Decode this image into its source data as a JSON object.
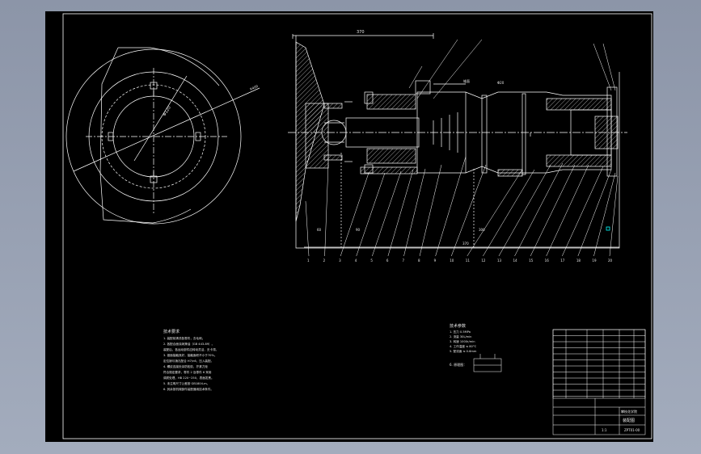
{
  "drawing": {
    "background": "#000000",
    "line_color": "#ffffff",
    "accent_color": "#00ffff",
    "main_view": {
      "top_dimension": "370",
      "note_label": "锥面",
      "flange_dim": "Φ20",
      "bottom_dims": [
        "60",
        "90",
        "370",
        "300"
      ],
      "leaders": [
        "1",
        "2",
        "3",
        "4",
        "5",
        "6",
        "7",
        "8",
        "9",
        "10",
        "11",
        "12",
        "13",
        "14",
        "15",
        "16",
        "17",
        "18",
        "19",
        "20"
      ]
    },
    "left_view": {
      "dim_diag": "Φ120",
      "dim_outer": "R400"
    },
    "tech_notes": {
      "title": "技术要求",
      "lines": [
        "1. 装配前清洗各零件，去毛刺。",
        "2. 各配合面涂润滑油（GB 443-89）。",
        "   装配后，各运动部件应转动灵活，无卡滞。",
        "3. 锥面接触良好，接触面积不小于70%。",
        "   定位销与销孔配合 H7/n6，压入装配。",
        "4. 螺纹连接处涂防松胶，拧紧力矩",
        "   符合规定要求，零件 2 及零件 6 采用",
        "   调质处理，HB 220~250，表面发黑。",
        "5. 未注明尺寸公差按 GB1804-m。",
        "6. 其余按机械部件装配通用技术条件。"
      ]
    },
    "tech_params": {
      "title": "技术参数",
      "lines": [
        "1. 压力 0.5MPa",
        "2. 流量 30L/min",
        "3. 转速 1000r/min",
        "4. 工作温度 ≤ 80°C",
        "5. 配流面 ≤ 0.6mm"
      ],
      "schematic_label": "6. 原理图："
    },
    "title_block": {
      "school": "攀枝花学院",
      "drawing_name": "装配图",
      "code": "ZPT01-00",
      "scale": "1:1"
    }
  }
}
